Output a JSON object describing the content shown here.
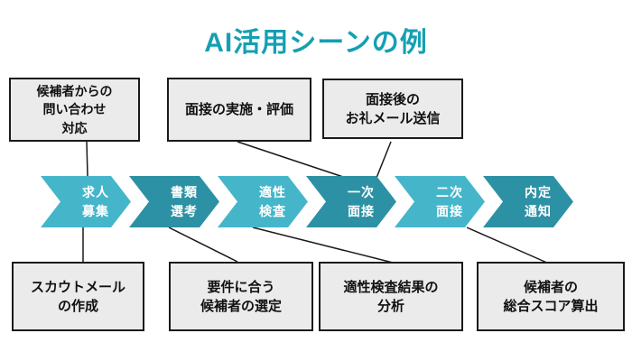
{
  "title": "AI活用シーンの例",
  "colors": {
    "title": "#14a0b2",
    "step_light": "#45b6ca",
    "step_dark": "#2c91a4",
    "callout_bg": "#ebebeb",
    "callout_border": "#1a1a1a",
    "connector": "#1a1a1a"
  },
  "top_callouts": [
    {
      "lines": [
        "候補者からの",
        "問い合わせ",
        "対応"
      ]
    },
    {
      "lines": [
        "面接の実施・評価"
      ]
    },
    {
      "lines": [
        "面接後の",
        "お礼メール送信"
      ]
    }
  ],
  "process": {
    "steps": [
      {
        "line1": "求人",
        "line2": "募集",
        "color": "#45b6ca"
      },
      {
        "line1": "書類",
        "line2": "選考",
        "color": "#2c91a4"
      },
      {
        "line1": "適性",
        "line2": "検査",
        "color": "#45b6ca"
      },
      {
        "line1": "一次",
        "line2": "面接",
        "color": "#2c91a4"
      },
      {
        "line1": "二次",
        "line2": "面接",
        "color": "#45b6ca"
      },
      {
        "line1": "内定",
        "line2": "通知",
        "color": "#2c91a4"
      }
    ]
  },
  "bottom_callouts": [
    {
      "lines": [
        "スカウトメール",
        "の作成"
      ]
    },
    {
      "lines": [
        "要件に合う",
        "候補者の選定"
      ]
    },
    {
      "lines": [
        "適性検査結果の",
        "分析"
      ]
    },
    {
      "lines": [
        "候補者の",
        "総合スコア算出"
      ]
    }
  ]
}
